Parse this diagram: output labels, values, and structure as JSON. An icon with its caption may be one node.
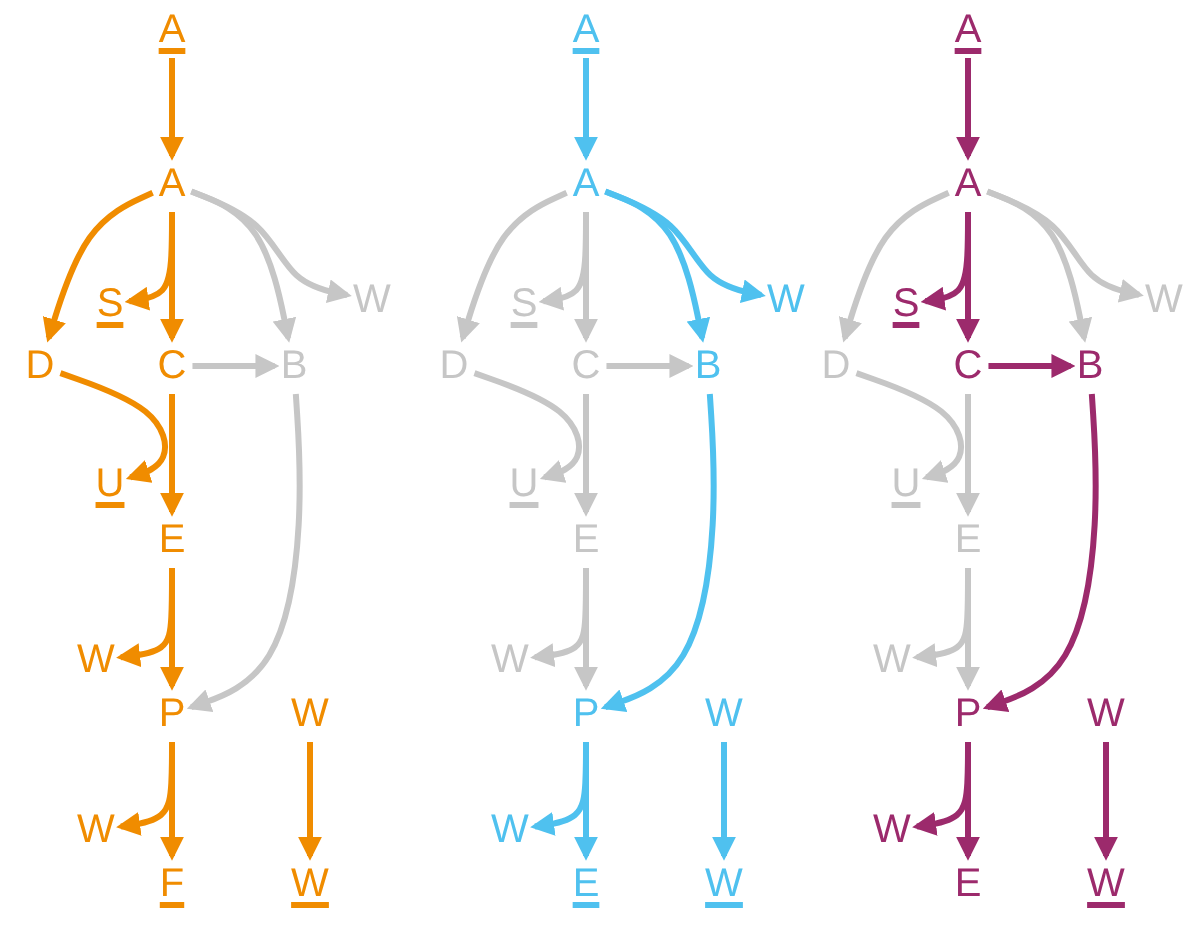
{
  "diagram": {
    "nodes": [
      {
        "text": [
          "A"
        ]
      },
      {
        "text": [
          "A"
        ]
      },
      {
        "text": [
          "S"
        ]
      },
      {
        "text": [
          "D"
        ]
      },
      {
        "text": [
          "C"
        ]
      },
      {
        "text": [
          "B"
        ]
      },
      {
        "text": [
          "W"
        ]
      },
      {
        "text": [
          "U"
        ]
      },
      {
        "text": [
          "E"
        ]
      },
      {
        "text": [
          "W"
        ]
      },
      {
        "text": [
          "P"
        ]
      },
      {
        "text": [
          "W"
        ]
      },
      {
        "text": [
          "W"
        ]
      },
      {
        "text": [
          "F"
        ]
      },
      {
        "text": [
          "W"
        ]
      },
      {
        "text": [
          "A"
        ]
      },
      {
        "text": [
          "A"
        ]
      },
      {
        "text": [
          "S"
        ]
      },
      {
        "text": [
          "D"
        ]
      },
      {
        "text": [
          "C"
        ]
      },
      {
        "text": [
          "B"
        ]
      },
      {
        "text": [
          "W"
        ]
      },
      {
        "text": [
          "U"
        ]
      },
      {
        "text": [
          "E"
        ]
      },
      {
        "text": [
          "W"
        ]
      },
      {
        "text": [
          "P"
        ]
      },
      {
        "text": [
          "W"
        ]
      },
      {
        "text": [
          "W"
        ]
      },
      {
        "text": [
          "E"
        ]
      },
      {
        "text": [
          "W"
        ]
      },
      {
        "text": [
          "A"
        ]
      },
      {
        "text": [
          "A"
        ]
      },
      {
        "text": [
          "S"
        ]
      },
      {
        "text": [
          "D"
        ]
      },
      {
        "text": [
          "C"
        ]
      },
      {
        "text": [
          "B"
        ]
      },
      {
        "text": [
          "W"
        ]
      },
      {
        "text": [
          "U"
        ]
      },
      {
        "text": [
          "E"
        ]
      },
      {
        "text": [
          "W"
        ]
      },
      {
        "text": [
          "P"
        ]
      },
      {
        "text": [
          "W"
        ]
      },
      {
        "text": [
          "W"
        ]
      },
      {
        "text": [
          "E"
        ]
      },
      {
        "text": [
          "W"
        ]
      }
    ],
    "edges": [
      {
        "from": 0,
        "to": 1,
        "arrow": "to",
        "color": "#f08c00"
      },
      {
        "from": 1,
        "to": 3,
        "arrow": "to",
        "color": "#f08c00"
      },
      {
        "from": 1,
        "to": 2,
        "arrow": "to",
        "color": "#f08c00"
      },
      {
        "from": 1,
        "to": 4,
        "arrow": "to",
        "color": "#f08c00"
      },
      {
        "from": 1,
        "to": 5,
        "arrow": "to",
        "color": "#c6c6c6"
      },
      {
        "from": 1,
        "to": 6,
        "arrow": "to",
        "color": "#c6c6c6"
      },
      {
        "from": 4,
        "to": 5,
        "arrow": "to",
        "color": "#c6c6c6"
      },
      {
        "from": 3,
        "to": 7,
        "arrow": "to",
        "color": "#f08c00"
      },
      {
        "from": 4,
        "to": 8,
        "arrow": "to",
        "color": "#f08c00"
      },
      {
        "from": 8,
        "to": 9,
        "arrow": "to",
        "color": "#f08c00"
      },
      {
        "from": 8,
        "to": 10,
        "arrow": "to",
        "color": "#f08c00"
      },
      {
        "from": 5,
        "to": 10,
        "arrow": "to",
        "color": "#c6c6c6"
      },
      {
        "from": 10,
        "to": 12,
        "arrow": "to",
        "color": "#f08c00"
      },
      {
        "from": 10,
        "to": 13,
        "arrow": "to",
        "color": "#f08c00"
      },
      {
        "from": 11,
        "to": 14,
        "arrow": "to",
        "color": "#f08c00"
      },
      {
        "from": 15,
        "to": 16,
        "arrow": "to",
        "color": "#4fc1ef"
      },
      {
        "from": 16,
        "to": 18,
        "arrow": "to",
        "color": "#c6c6c6"
      },
      {
        "from": 16,
        "to": 17,
        "arrow": "to",
        "color": "#c6c6c6"
      },
      {
        "from": 16,
        "to": 19,
        "arrow": "to",
        "color": "#c6c6c6"
      },
      {
        "from": 16,
        "to": 20,
        "arrow": "to",
        "color": "#4fc1ef"
      },
      {
        "from": 16,
        "to": 21,
        "arrow": "to",
        "color": "#4fc1ef"
      },
      {
        "from": 19,
        "to": 20,
        "arrow": "to",
        "color": "#c6c6c6"
      },
      {
        "from": 18,
        "to": 22,
        "arrow": "to",
        "color": "#c6c6c6"
      },
      {
        "from": 19,
        "to": 23,
        "arrow": "to",
        "color": "#c6c6c6"
      },
      {
        "from": 23,
        "to": 24,
        "arrow": "to",
        "color": "#c6c6c6"
      },
      {
        "from": 23,
        "to": 25,
        "arrow": "to",
        "color": "#c6c6c6"
      },
      {
        "from": 20,
        "to": 25,
        "arrow": "to",
        "color": "#4fc1ef"
      },
      {
        "from": 25,
        "to": 27,
        "arrow": "to",
        "color": "#4fc1ef"
      },
      {
        "from": 25,
        "to": 28,
        "arrow": "to",
        "color": "#4fc1ef"
      },
      {
        "from": 26,
        "to": 29,
        "arrow": "to",
        "color": "#4fc1ef"
      },
      {
        "from": 30,
        "to": 31,
        "arrow": "to",
        "color": "#9c2a6c"
      },
      {
        "from": 31,
        "to": 33,
        "arrow": "to",
        "color": "#c6c6c6"
      },
      {
        "from": 31,
        "to": 32,
        "arrow": "to",
        "color": "#9c2a6c"
      },
      {
        "from": 31,
        "to": 34,
        "arrow": "to",
        "color": "#9c2a6c"
      },
      {
        "from": 31,
        "to": 35,
        "arrow": "to",
        "color": "#c6c6c6"
      },
      {
        "from": 31,
        "to": 36,
        "arrow": "to",
        "color": "#c6c6c6"
      },
      {
        "from": 34,
        "to": 35,
        "arrow": "to",
        "color": "#9c2a6c"
      },
      {
        "from": 33,
        "to": 37,
        "arrow": "to",
        "color": "#c6c6c6"
      },
      {
        "from": 34,
        "to": 38,
        "arrow": "to",
        "color": "#c6c6c6"
      },
      {
        "from": 38,
        "to": 39,
        "arrow": "to",
        "color": "#c6c6c6"
      },
      {
        "from": 38,
        "to": 40,
        "arrow": "to",
        "color": "#c6c6c6"
      },
      {
        "from": 35,
        "to": 40,
        "arrow": "to",
        "color": "#9c2a6c"
      },
      {
        "from": 40,
        "to": 42,
        "arrow": "to",
        "color": "#9c2a6c"
      },
      {
        "from": 40,
        "to": 43,
        "arrow": "to",
        "color": "#9c2a6c"
      },
      {
        "from": 41,
        "to": 44,
        "arrow": "to",
        "color": "#9c2a6c"
      }
    ]
  }
}
